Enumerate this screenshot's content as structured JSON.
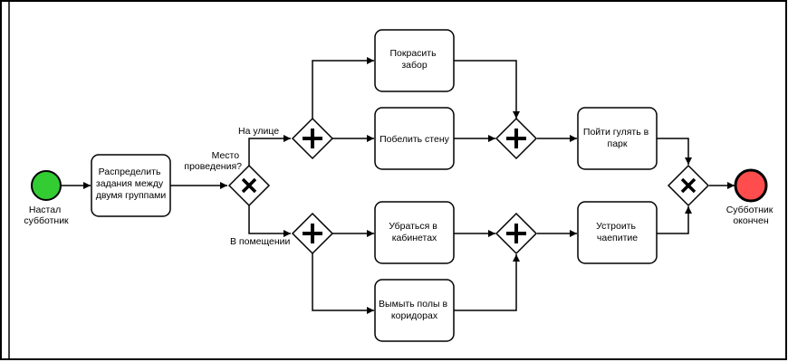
{
  "diagram": {
    "start_event": {
      "lines": [
        "Настал",
        "субботник"
      ],
      "color": "#33cc33"
    },
    "end_event": {
      "lines": [
        "Субботник",
        "окончен"
      ],
      "color": "#ff4d4d"
    },
    "tasks": {
      "distribute": [
        "Распределить",
        "задания между",
        "двумя группами"
      ],
      "paint_fence": [
        "Покрасить",
        "забор"
      ],
      "whitewash_wall": [
        "Побелить стену"
      ],
      "go_walk": [
        "Пойти гулять в",
        "парк"
      ],
      "clean_offices": [
        "Убраться в",
        "кабинетах"
      ],
      "wash_floors": [
        "Вымыть полы в",
        "коридорах"
      ],
      "tea_party": [
        "Устроить",
        "чаепитие"
      ]
    },
    "gateways": {
      "place_question": [
        "Место",
        "проведения?"
      ],
      "outside_label": "На улице",
      "inside_label": "В помещении"
    },
    "colors": {
      "stroke": "#000000",
      "task_fill": "#ffffff"
    }
  }
}
